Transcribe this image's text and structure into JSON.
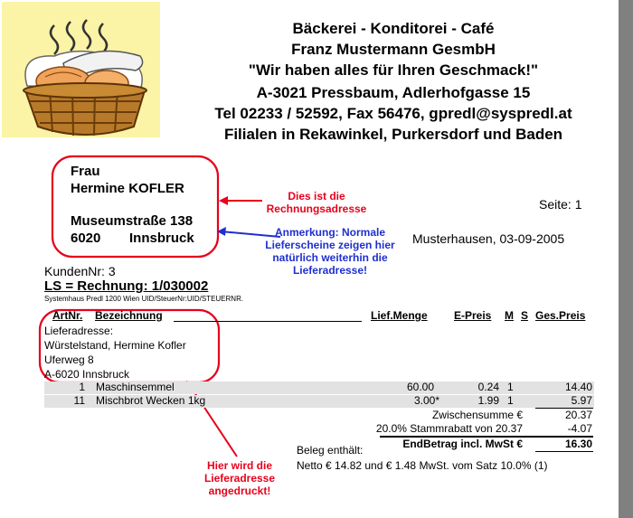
{
  "header": {
    "line1": "Bäckerei - Konditorei - Café",
    "line2": "Franz Mustermann GesmbH",
    "line3": "\"Wir haben alles für Ihren Geschmack!\"",
    "line4": "A-3021 Pressbaum, Adlerhofgasse 15",
    "line5": "Tel 02233 / 52592, Fax 56476, gpredl@syspredl.at",
    "line6": "Filialen in Rekawinkel, Purkersdorf und Baden"
  },
  "address": {
    "salutation": "Frau",
    "name": "Hermine KOFLER",
    "street": "Museumstraße 138",
    "zip": "6020",
    "city": "Innsbruck"
  },
  "notes": {
    "red1_l1": "Dies ist die",
    "red1_l2": "Rechnungsadresse",
    "blue_l1": "Anmerkung: Normale",
    "blue_l2": "Lieferscheine zeigen hier",
    "blue_l3": "natürlich weiterhin die",
    "blue_l4": "Lieferadresse!",
    "red2_l1": "Hier wird die",
    "red2_l2": "Lieferadresse",
    "red2_l3": "angedruckt!"
  },
  "meta": {
    "page": "Seite: 1",
    "place_date": "Musterhausen, 03-09-2005",
    "customer": "KundenNr: 3",
    "doc_title": "LS = Rechnung: 1/030002",
    "company_line": "Systemhaus Predl 1200 Wien UID/SteuerNr:UID/STEUERNR."
  },
  "columns": {
    "artnr": "ArtNr.",
    "desc": "Bezeichnung",
    "qty": "Lief.Menge",
    "price": "E-Preis",
    "m": "M",
    "s": "S",
    "total": "Ges.Preis"
  },
  "delivery": {
    "label": "Lieferadresse:",
    "line1": "Würstelstand,  Hermine Kofler",
    "line2": "Uferweg 8",
    "line3": "A-6020  Innsbruck"
  },
  "items": [
    {
      "artnr": "1",
      "desc": "Maschinsemmel",
      "qty": "60.00",
      "price": "0.24",
      "m": "1",
      "total": "14.40"
    },
    {
      "artnr": "11",
      "desc": "Mischbrot Wecken 1kg",
      "qty": "3.00*",
      "price": "1.99",
      "m": "1",
      "total": "5.97"
    }
  ],
  "totals": {
    "subtotal_label": "Zwischensumme €",
    "subtotal": "20.37",
    "discount_label": "20.0% Stammrabatt von 20.37",
    "discount": "-4.07",
    "beleg": "Beleg enthält:",
    "end_label": "EndBetrag incl. MwSt €",
    "end": "16.30",
    "vat_line": "Netto € 14.82 und € 1.48 MwSt. vom Satz 10.0% (1)"
  }
}
